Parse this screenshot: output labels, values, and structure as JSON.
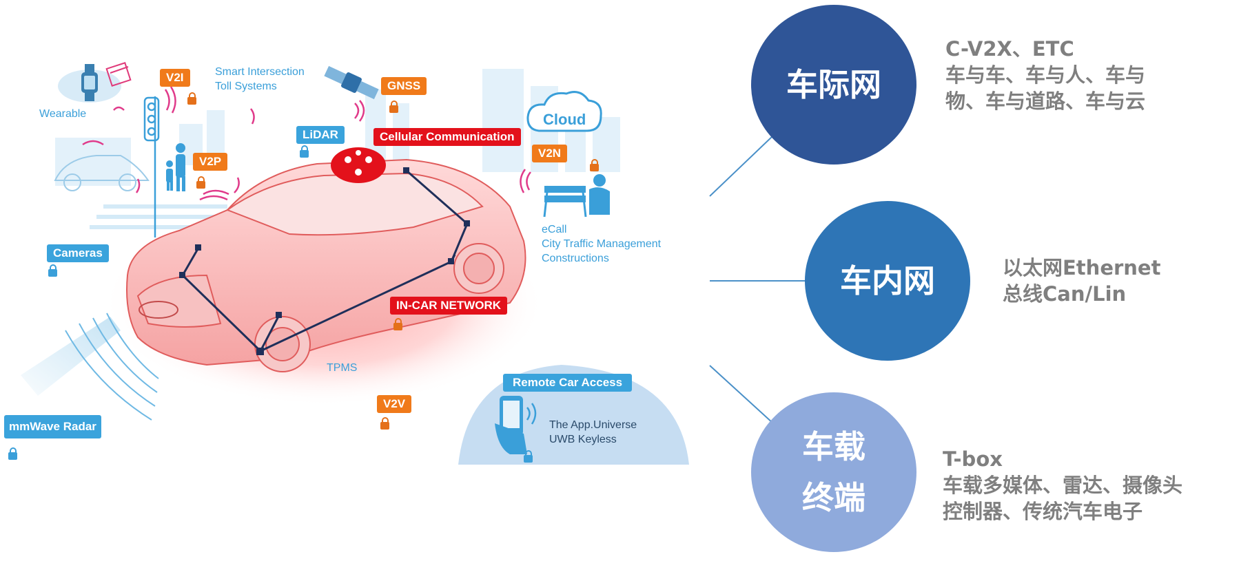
{
  "left_panel": {
    "tags": {
      "v2i": "V2I",
      "gnss": "GNSS",
      "lidar": "LiDAR",
      "cellular": "Cellular Communication",
      "v2p": "V2P",
      "v2n": "V2N",
      "cameras": "Cameras",
      "in_car_network": "IN-CAR NETWORK",
      "v2v": "V2V",
      "mmwave": "mmWave Radar",
      "remote": "Remote Car Access"
    },
    "labels": {
      "wearable": "Wearable",
      "cloud": "Cloud",
      "smart_intersection": "Smart Intersection",
      "toll_systems": "Toll Systems",
      "ecall": "eCall",
      "city_traffic": "City Traffic Management",
      "constructions": "Constructions",
      "tpms": "TPMS",
      "app_universe": "The App.Universe",
      "uwb_keyless": "UWB Keyless"
    }
  },
  "categories": [
    {
      "title_lines": [
        "车际网"
      ],
      "color": "#2f5597",
      "desc_lines": [
        "C-V2X、ETC",
        "车与车、车与人、车与",
        "物、车与道路、车与云"
      ]
    },
    {
      "title_lines": [
        "车内网"
      ],
      "color": "#2e75b6",
      "desc_lines": [
        "以太网Ethernet",
        "总线Can/Lin"
      ]
    },
    {
      "title_lines": [
        "车载",
        "终端"
      ],
      "color": "#8faadc",
      "desc_lines": [
        "T-box",
        "车载多媒体、雷达、摄像头",
        "控制器、传统汽车电子"
      ]
    }
  ],
  "colors": {
    "connector": "#4a90c8",
    "tag_orange": "#f07a1a",
    "tag_blue": "#3aa3dc",
    "tag_red": "#e3111b",
    "label_blue": "#3a9fd9"
  }
}
